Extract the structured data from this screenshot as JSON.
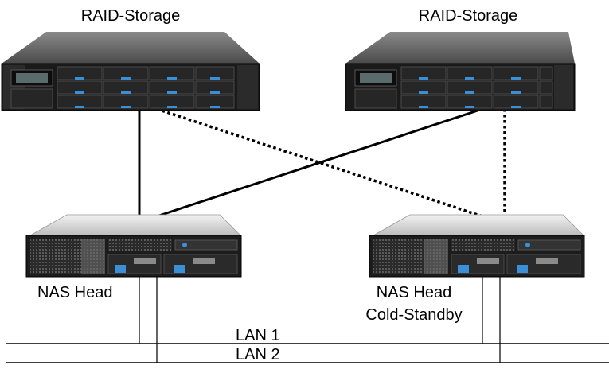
{
  "devices": {
    "storage_left_label": "RAID-Storage",
    "storage_right_label": "RAID-Storage",
    "nas_left_label": "NAS Head",
    "nas_right_label_line1": "NAS Head",
    "nas_right_label_line2": "Cold-Standby"
  },
  "networks": {
    "lan1_label": "LAN 1",
    "lan2_label": "LAN 2"
  },
  "links": [
    {
      "from": "storage-left",
      "to": "nas-left",
      "style": "solid"
    },
    {
      "from": "storage-right",
      "to": "nas-left",
      "style": "solid"
    },
    {
      "from": "storage-left",
      "to": "nas-right",
      "style": "dotted"
    },
    {
      "from": "storage-right",
      "to": "nas-right",
      "style": "dotted"
    },
    {
      "from": "nas-left",
      "to": "lan-1",
      "style": "solid"
    },
    {
      "from": "nas-left",
      "to": "lan-2",
      "style": "solid"
    },
    {
      "from": "nas-right",
      "to": "lan-1",
      "style": "solid"
    },
    {
      "from": "nas-right",
      "to": "lan-2",
      "style": "solid"
    }
  ],
  "colors": {
    "line": "#000000",
    "chassis_dark": "#1a1a1a",
    "chassis_top": "#6e6e6e",
    "server_top": "#d9d9d9",
    "accent_blue": "#3b8fd6"
  }
}
